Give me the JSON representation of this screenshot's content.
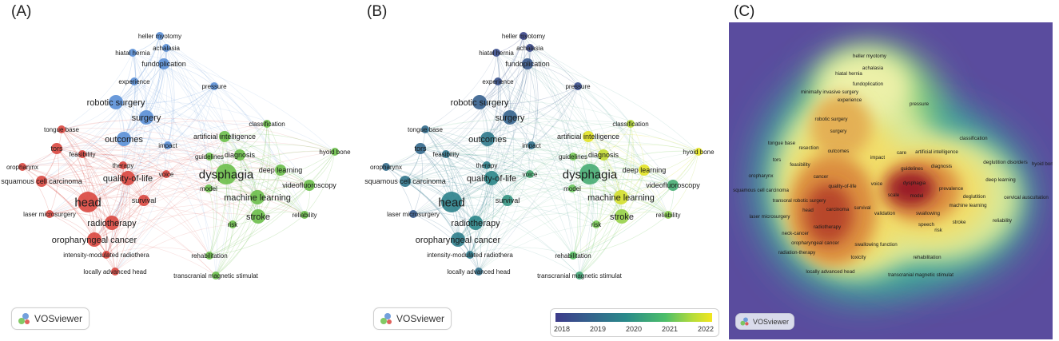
{
  "panels": [
    {
      "label": "(A)",
      "mode": "cluster"
    },
    {
      "label": "(B)",
      "mode": "overlay"
    },
    {
      "label": "(C)",
      "mode": "density"
    }
  ],
  "brand": {
    "name": "VOSviewer"
  },
  "colorbar": {
    "ticks": [
      "2018",
      "2019",
      "2020",
      "2021",
      "2022"
    ]
  },
  "colors": {
    "cluster_red": "#d9473f",
    "cluster_green": "#6cbf4a",
    "cluster_blue": "#5a8fd6",
    "density_background": "#5a4c9e"
  },
  "network_nodes": [
    {
      "id": "heller",
      "label": "heller myotomy",
      "cluster": "blue",
      "weight": 1,
      "year": 2018.3
    },
    {
      "id": "achalasia",
      "label": "achalasia",
      "cluster": "blue",
      "weight": 1,
      "year": 2018.4
    },
    {
      "id": "hiatal",
      "label": "hiatal hernia",
      "cluster": "blue",
      "weight": 1,
      "year": 2018.5
    },
    {
      "id": "fundo",
      "label": "fundoplication",
      "cluster": "blue",
      "weight": 2,
      "year": 2018.8
    },
    {
      "id": "experience",
      "label": "experience",
      "cluster": "blue",
      "weight": 1,
      "year": 2018.6
    },
    {
      "id": "pressure",
      "label": "pressure",
      "cluster": "blue",
      "weight": 1,
      "year": 2018.5
    },
    {
      "id": "robotic",
      "label": "robotic surgery",
      "cluster": "blue",
      "weight": 3,
      "year": 2019.0
    },
    {
      "id": "surgery",
      "label": "surgery",
      "cluster": "blue",
      "weight": 3,
      "year": 2019.1
    },
    {
      "id": "outcomes",
      "label": "outcomes",
      "cluster": "blue",
      "weight": 3,
      "year": 2019.6
    },
    {
      "id": "impact",
      "label": "impact",
      "cluster": "blue",
      "weight": 1,
      "year": 2019.4
    },
    {
      "id": "tongue",
      "label": "tongue base",
      "cluster": "red",
      "weight": 1,
      "year": 2019.3
    },
    {
      "id": "tors",
      "label": "tors",
      "cluster": "red",
      "weight": 2,
      "year": 2019.2
    },
    {
      "id": "feasibility",
      "label": "feasibility",
      "cluster": "red",
      "weight": 1,
      "year": 2019.5
    },
    {
      "id": "oropharynx",
      "label": "oropharynx",
      "cluster": "red",
      "weight": 1,
      "year": 2019.3
    },
    {
      "id": "therapy",
      "label": "therapy",
      "cluster": "red",
      "weight": 1,
      "year": 2019.8
    },
    {
      "id": "qol",
      "label": "quality-of-life",
      "cluster": "red",
      "weight": 3,
      "year": 2019.9
    },
    {
      "id": "scc",
      "label": "squamous cell carcinoma",
      "cluster": "red",
      "weight": 2,
      "year": 2019.5
    },
    {
      "id": "head",
      "label": "head",
      "cluster": "red",
      "weight": 5,
      "year": 2019.8
    },
    {
      "id": "survival",
      "label": "survival",
      "cluster": "red",
      "weight": 2,
      "year": 2020.2
    },
    {
      "id": "laser",
      "label": "laser microsurgery",
      "cluster": "red",
      "weight": 1,
      "year": 2018.9
    },
    {
      "id": "radiotherapy",
      "label": "radiotherapy",
      "cluster": "red",
      "weight": 3,
      "year": 2019.9
    },
    {
      "id": "opc",
      "label": "oropharyngeal cancer",
      "cluster": "red",
      "weight": 3,
      "year": 2019.7
    },
    {
      "id": "imrt",
      "label": "intensity-modulated radiothera",
      "cluster": "red",
      "weight": 1,
      "year": 2019.6
    },
    {
      "id": "lah",
      "label": "locally advanced head",
      "cluster": "red",
      "weight": 1,
      "year": 2019.4
    },
    {
      "id": "voice",
      "label": "voice",
      "cluster": "red",
      "weight": 1,
      "year": 2020.6
    },
    {
      "id": "dysphagia",
      "label": "dysphagia",
      "cluster": "green",
      "weight": 5,
      "year": 2020.6
    },
    {
      "id": "ai",
      "label": "artificial intelligence",
      "cluster": "green",
      "weight": 2,
      "year": 2021.9
    },
    {
      "id": "classification",
      "label": "classification",
      "cluster": "green",
      "weight": 1,
      "year": 2021.6
    },
    {
      "id": "guidelines",
      "label": "guidelines",
      "cluster": "green",
      "weight": 1,
      "year": 2021.2
    },
    {
      "id": "diagnosis",
      "label": "diagnosis",
      "cluster": "green",
      "weight": 2,
      "year": 2021.7
    },
    {
      "id": "hyoid",
      "label": "hyoid bone",
      "cluster": "green",
      "weight": 1,
      "year": 2021.9
    },
    {
      "id": "deeplearning",
      "label": "deep learning",
      "cluster": "green",
      "weight": 2,
      "year": 2021.9
    },
    {
      "id": "model",
      "label": "model",
      "cluster": "green",
      "weight": 1,
      "year": 2021.1
    },
    {
      "id": "ml",
      "label": "machine learning",
      "cluster": "green",
      "weight": 3,
      "year": 2021.8
    },
    {
      "id": "vfs",
      "label": "videofluoroscopy",
      "cluster": "green",
      "weight": 2,
      "year": 2020.6
    },
    {
      "id": "stroke",
      "label": "stroke",
      "cluster": "green",
      "weight": 3,
      "year": 2021.4
    },
    {
      "id": "reliability",
      "label": "reliability",
      "cluster": "green",
      "weight": 1,
      "year": 2021.3
    },
    {
      "id": "risk",
      "label": "risk",
      "cluster": "green",
      "weight": 1,
      "year": 2021.2
    },
    {
      "id": "rehab",
      "label": "rehabilitation",
      "cluster": "green",
      "weight": 1,
      "year": 2021.0
    },
    {
      "id": "tms",
      "label": "transcranial magnetic stimulat",
      "cluster": "green",
      "weight": 1,
      "year": 2020.5
    }
  ],
  "density_labels": [
    "heller myotomy",
    "achalasia",
    "hiatal hernia",
    "fundoplication",
    "minimally invasive surgery",
    "experience",
    "pressure",
    "robotic surgery",
    "surgery",
    "classification",
    "tongue base",
    "tors",
    "resection",
    "outcomes",
    "impact",
    "care",
    "artificial intelligence",
    "deglutition disorders",
    "hyoid bone",
    "feasibility",
    "guidelines",
    "diagnosis",
    "oropharynx",
    "cancer",
    "deep learning",
    "squamous cell carcinoma",
    "quality-of-life",
    "voice",
    "dysphagia",
    "prevalence",
    "transoral robotic surgery",
    "model",
    "scale",
    "deglutition",
    "cervical auscultation",
    "head",
    "carcinoma",
    "survival",
    "machine learning",
    "laser microsurgery",
    "validation",
    "swallowing",
    "reliability",
    "radiotherapy",
    "speech",
    "stroke",
    "risk",
    "neck-cancer",
    "oropharyngeal cancer",
    "swallowing function",
    "radiation-therapy",
    "toxicity",
    "rehabilitation",
    "locally advanced head",
    "transcranial magnetic stimulat"
  ]
}
